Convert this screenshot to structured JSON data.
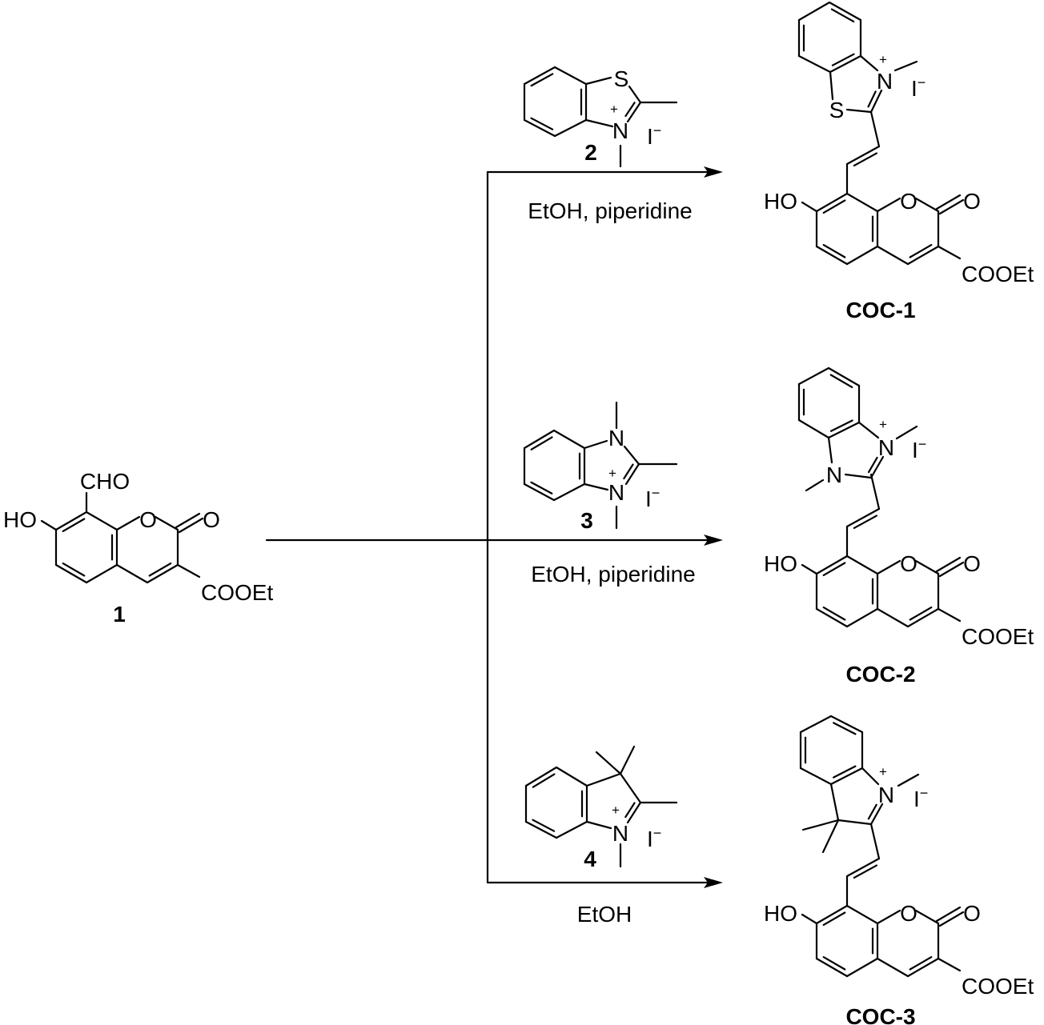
{
  "scheme": {
    "starting_material": {
      "label": "1",
      "aldehyde": "CHO",
      "hydroxyl": "HO",
      "ring_oxygen": "O",
      "carbonyl_oxygen": "O",
      "ester": "COOEt"
    },
    "reagents": [
      {
        "label": "2",
        "atoms": [
          "S",
          "N"
        ],
        "charge": "+",
        "counterion": "I",
        "counterion_charge": "−"
      },
      {
        "label": "3",
        "atoms": [
          "N",
          "N"
        ],
        "charge": "+",
        "counterion": "I",
        "counterion_charge": "−"
      },
      {
        "label": "4",
        "atoms": [
          "N"
        ],
        "charge": "+",
        "counterion": "I",
        "counterion_charge": "−"
      }
    ],
    "conditions": [
      "EtOH, piperidine",
      "EtOH, piperidine",
      "EtOH"
    ],
    "products": [
      {
        "label": "COC-1",
        "hydroxyl": "HO",
        "ring_oxygen": "O",
        "carbonyl_oxygen": "O",
        "ester": "COOEt",
        "atoms": [
          "S",
          "N"
        ],
        "charge": "+",
        "counterion": "I",
        "counterion_charge": "−"
      },
      {
        "label": "COC-2",
        "hydroxyl": "HO",
        "ring_oxygen": "O",
        "carbonyl_oxygen": "O",
        "ester": "COOEt",
        "atoms": [
          "N",
          "N"
        ],
        "charge": "+",
        "counterion": "I",
        "counterion_charge": "−"
      },
      {
        "label": "COC-3",
        "hydroxyl": "HO",
        "ring_oxygen": "O",
        "carbonyl_oxygen": "O",
        "ester": "COOEt",
        "atoms": [
          "N"
        ],
        "charge": "+",
        "counterion": "I",
        "counterion_charge": "−"
      }
    ]
  }
}
